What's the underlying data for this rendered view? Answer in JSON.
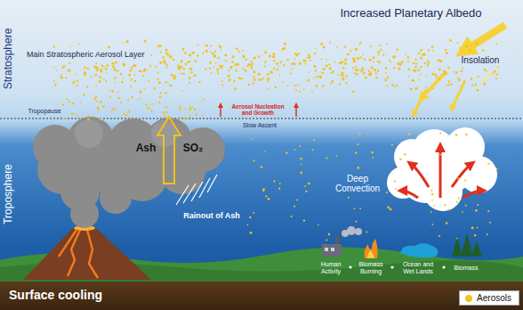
{
  "diagram": {
    "title": "Increased Planetary Albedo",
    "caption": "Surface cooling",
    "labels": [
      "Stratosphere",
      "Main Stratospheric Aerosol Layer",
      "Insolation",
      "Tropopause",
      "Aerosol Nucleation and Growth",
      "Slow Ascent",
      "Troposphere",
      "Ash",
      "SO₂",
      "Rainout of Ash",
      "Deep Convection",
      "Human Activity",
      "Biomass Burning",
      "Ocean and Wet Lands",
      "Biomass"
    ],
    "legend": [
      {
        "text": "Aerosols",
        "color": "#f2c21b"
      }
    ]
  }
}
